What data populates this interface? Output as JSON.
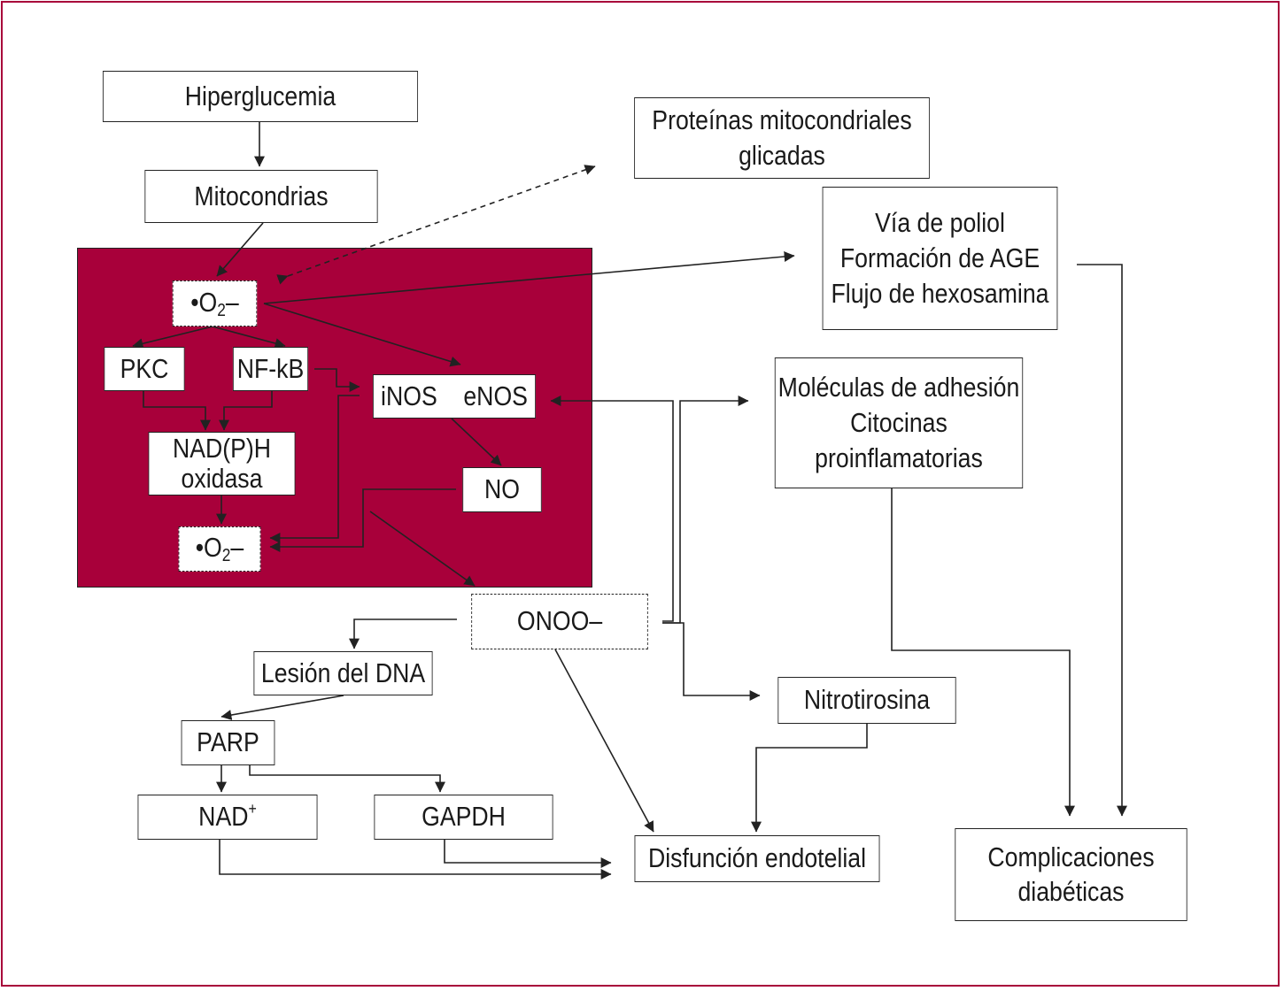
{
  "colors": {
    "accent": "#a8003a",
    "line": "#222222"
  },
  "nodes": {
    "hiperglucemia": "Hiperglucemia",
    "mitocondrias": "Mitocondrias",
    "proteinas": "Proteínas mitocondriales\nglicadas",
    "poliol": "Vía de poliol\nFormación de AGE\nFlujo de hexosamina",
    "superoxide_top_label": "•O",
    "superoxide_bottom_label": "•O",
    "superoxide_subscript": "2",
    "superoxide_charge": "–",
    "pkc": "PKC",
    "nfkb": "NF-kB",
    "nos": "iNOS    eNOS",
    "nadph": "NAD(P)H\noxidasa",
    "no": "NO",
    "adhesion": "Moléculas de adhesión\nCitocinas\nproinflamatorias",
    "onoo": "ONOO–",
    "dna": "Lesión del DNA",
    "nitrotirosina": "Nitrotirosina",
    "parp": "PARP",
    "nad": "NAD",
    "nad_sup": "+",
    "gapdh": "GAPDH",
    "disfuncion": "Disfunción endotelial",
    "complicaciones": "Complicaciones\ndiabéticas"
  }
}
